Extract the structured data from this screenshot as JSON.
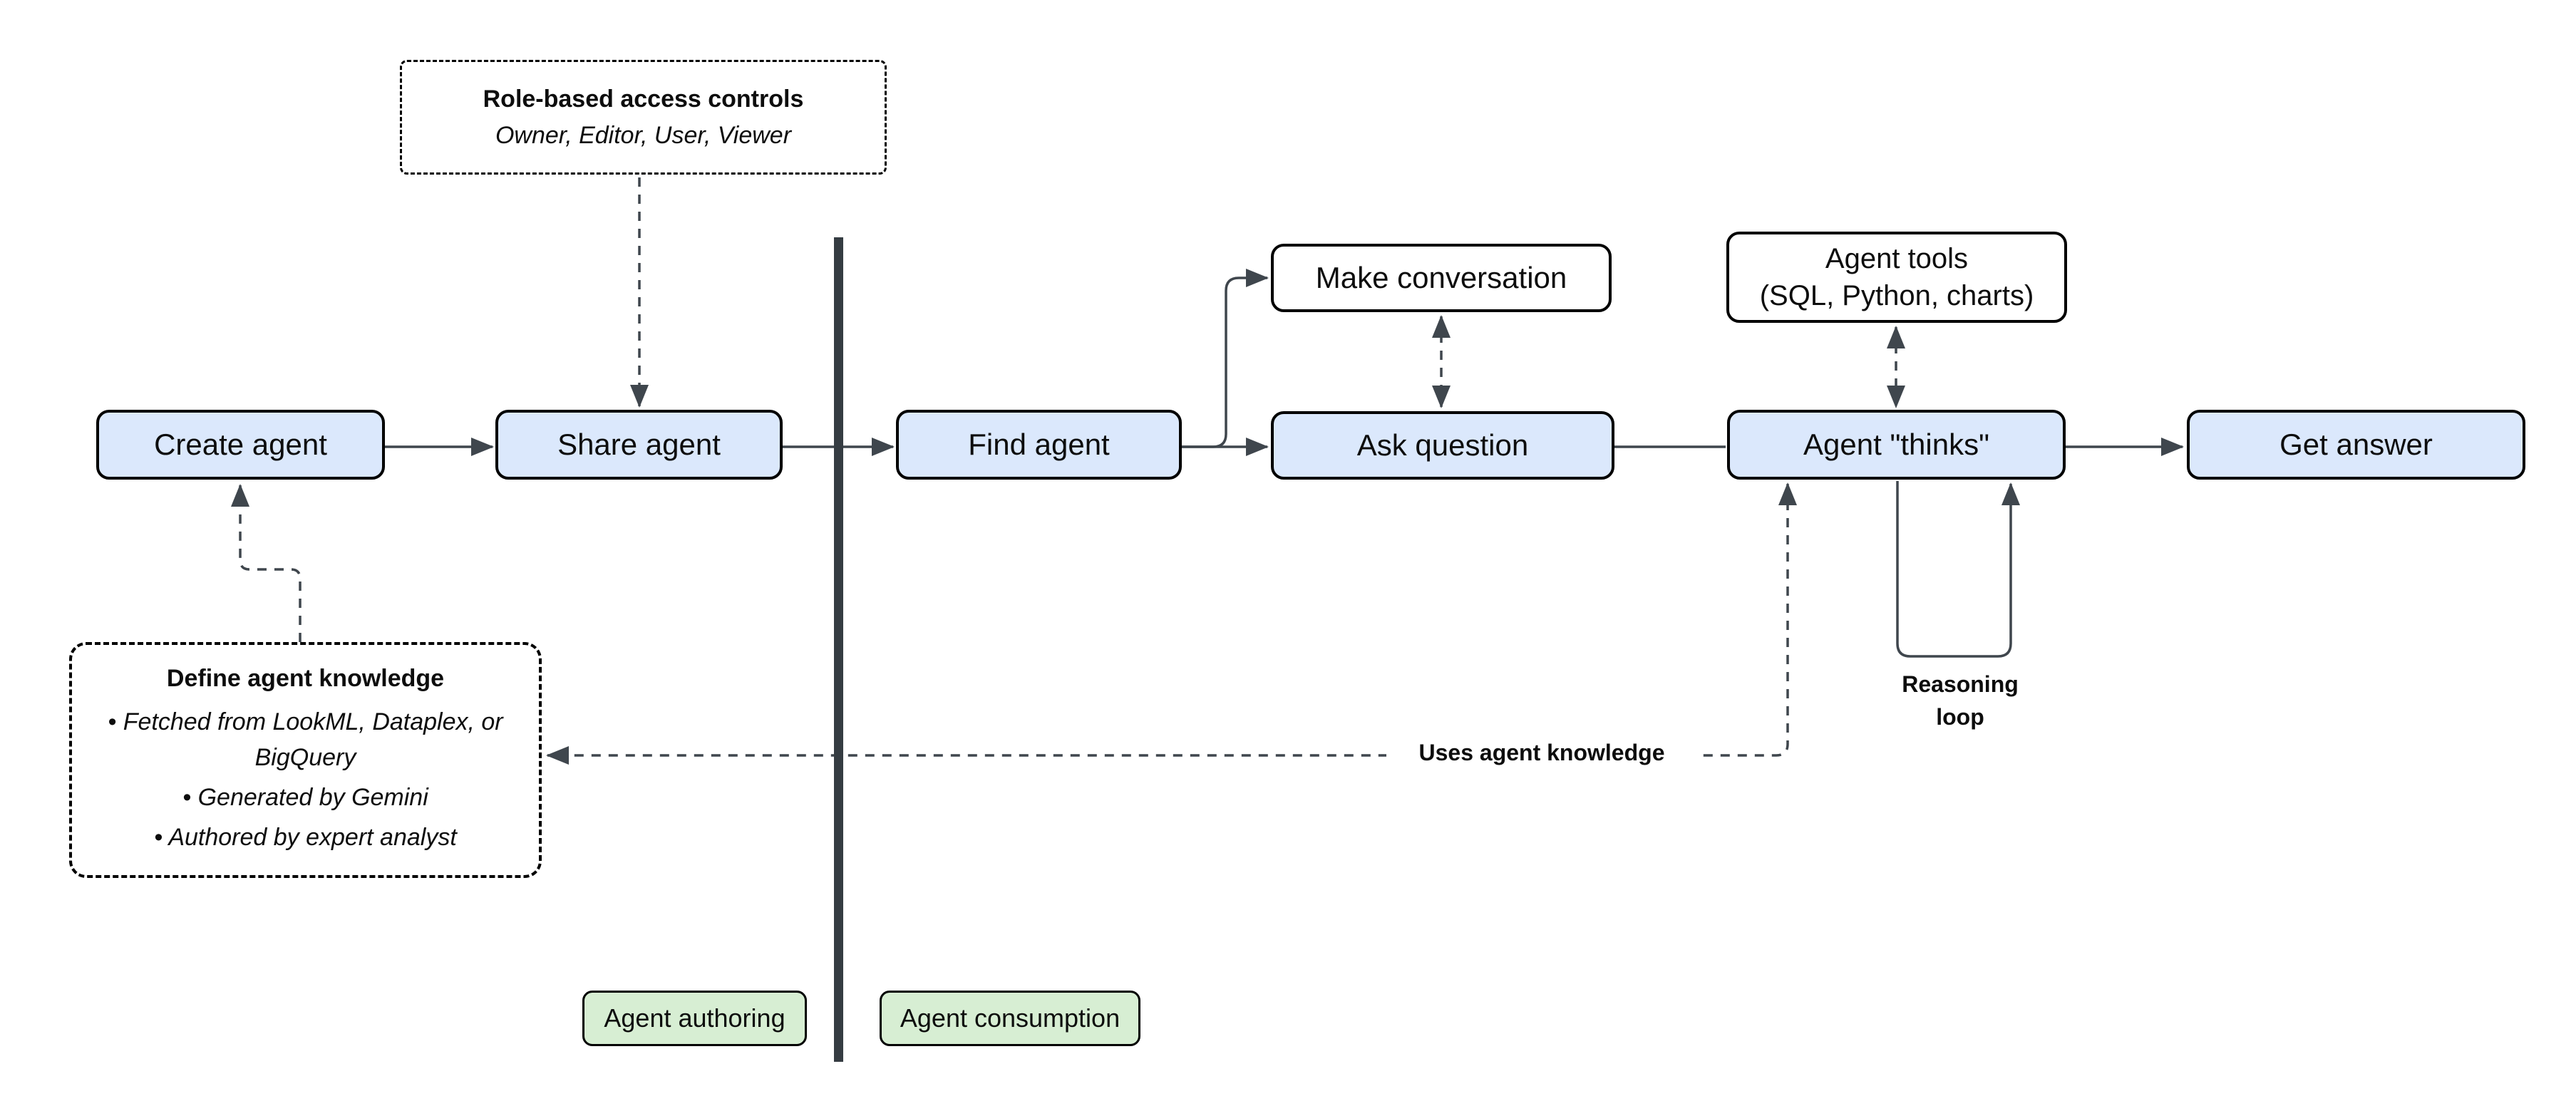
{
  "diagram": {
    "nodes": {
      "create_agent": {
        "label": "Create agent"
      },
      "share_agent": {
        "label": "Share agent"
      },
      "find_agent": {
        "label": "Find agent"
      },
      "make_conversation": {
        "label": "Make conversation"
      },
      "ask_question": {
        "label": "Ask question"
      },
      "agent_tools": {
        "label": "Agent tools\n(SQL, Python, charts)"
      },
      "agent_thinks": {
        "label": "Agent \"thinks\""
      },
      "get_answer": {
        "label": "Get answer"
      }
    },
    "notes": {
      "rbac": {
        "title": "Role-based access controls",
        "subtitle": "Owner, Editor, User, Viewer"
      },
      "knowledge": {
        "title": "Define agent knowledge",
        "bullets": [
          "Fetched from LookML, Dataplex, or BigQuery",
          "Generated by Gemini",
          "Authored by expert analyst"
        ]
      }
    },
    "edge_labels": {
      "uses_knowledge": "Uses agent knowledge",
      "reasoning_loop": "Reasoning loop"
    },
    "badges": {
      "authoring": "Agent authoring",
      "consumption": "Agent consumption"
    },
    "colors": {
      "node_fill_blue": "#dbe8fc",
      "node_fill_white": "#ffffff",
      "badge_fill_green": "#d7eed3",
      "box_border": "#000000",
      "edge_stroke": "#3f464d",
      "divider": "#353c42"
    }
  }
}
